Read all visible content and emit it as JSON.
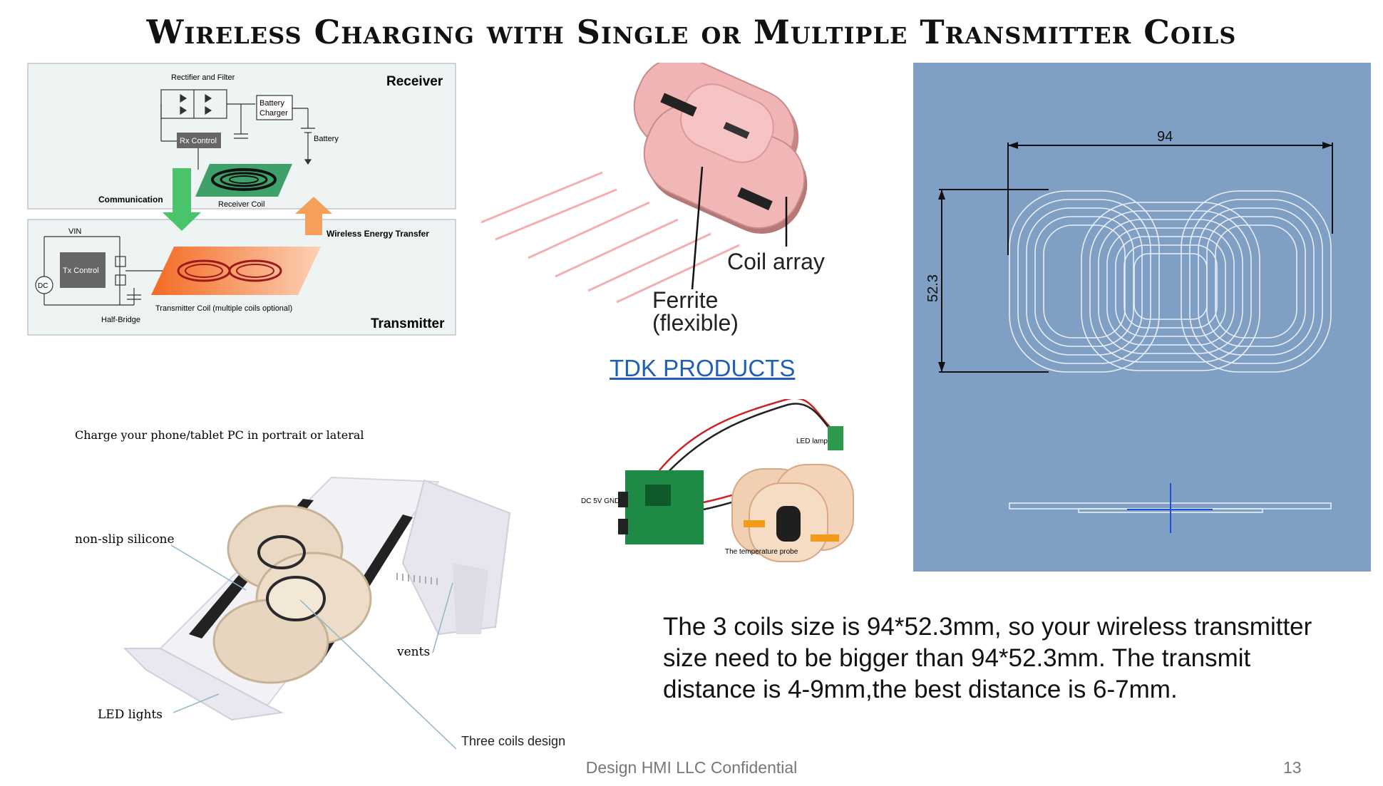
{
  "slide": {
    "title": "Wireless Charging with Single or Multiple Transmitter Coils",
    "link_text": "TDK PRODUCTS",
    "description": "The 3 coils size is 94*52.3mm, so your wireless transmitter size need to be bigger than 94*52.3mm. The transmit distance is 4-9mm,the best distance is 6-7mm.",
    "footer": "Design HMI LLC Confidential",
    "page_number": "13"
  },
  "block_diagram": {
    "receiver": "Receiver",
    "rectifier": "Rectifier and Filter",
    "battery_charger_1": "Battery",
    "battery_charger_2": "Charger",
    "battery": "Battery",
    "rx_control": "Rx Control",
    "communication": "Communication",
    "receiver_coil": "Receiver Coil",
    "wireless_energy": "Wireless Energy Transfer",
    "vin": "VIN",
    "dc": "DC",
    "tx_control": "Tx Control",
    "transmitter_coil": "Transmitter Coil (multiple coils optional)",
    "half_bridge": "Half-Bridge",
    "transmitter": "Transmitter"
  },
  "coil_array": {
    "coil_label": "Coil array",
    "ferrite_label_1": "Ferrite",
    "ferrite_label_2": "(flexible)"
  },
  "drawing": {
    "width_dim": "94",
    "height_dim": "52.3",
    "background": "#7f9fc4"
  },
  "pcb": {
    "led_lamp": "LED lamp",
    "dc_gnd": "DC 5V GND",
    "temp_probe": "The temperature probe"
  },
  "stand": {
    "headline": "Charge your phone/tablet PC in portrait or lateral",
    "non_slip": "non-slip silicone",
    "vents": "vents",
    "led_lights": "LED lights",
    "three_coils": "Three coils design"
  }
}
